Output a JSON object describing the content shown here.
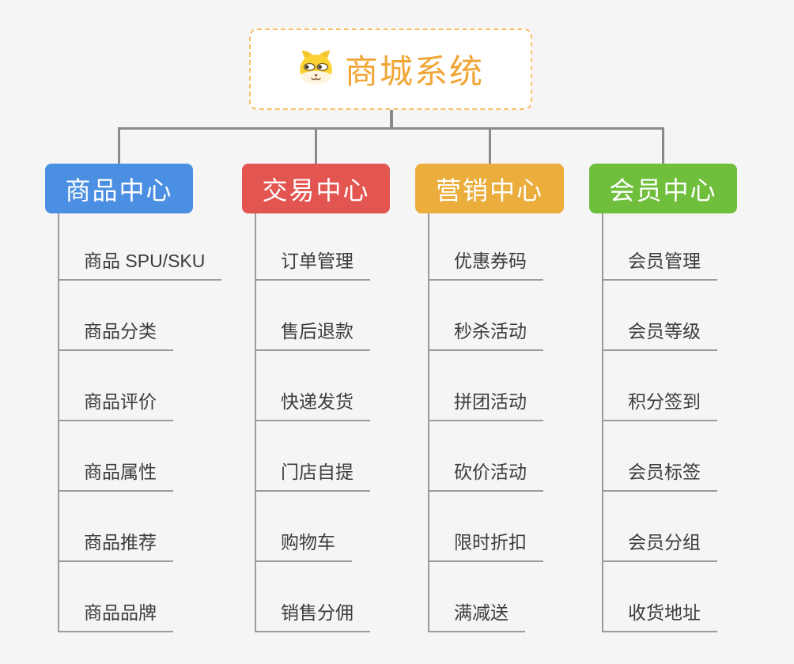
{
  "root": {
    "title": "商城系统",
    "icon": "dog-face-icon",
    "title_color": "#f0a636",
    "border_color": "#f5c16c"
  },
  "connector_color": "#8a8a8a",
  "leaf_line_color": "#9b9b9b",
  "branches": [
    {
      "label": "商品中心",
      "color": "#4b8fe2",
      "style": "background:#4b8fe2",
      "children": [
        "商品 SPU/SKU",
        "商品分类",
        "商品评价",
        "商品属性",
        "商品推荐",
        "商品品牌"
      ]
    },
    {
      "label": "交易中心",
      "color": "#e25551",
      "style": "background:#e25551",
      "children": [
        "订单管理",
        "售后退款",
        "快递发货",
        "门店自提",
        "购物车",
        "销售分佣"
      ]
    },
    {
      "label": "营销中心",
      "color": "#ebad3b",
      "style": "background:#ebad3b",
      "children": [
        "优惠券码",
        "秒杀活动",
        "拼团活动",
        "砍价活动",
        "限时折扣",
        "满减送"
      ]
    },
    {
      "label": "会员中心",
      "color": "#6fbf3d",
      "style": "background:#6fbf3d",
      "children": [
        "会员管理",
        "会员等级",
        "积分签到",
        "会员标签",
        "会员分组",
        "收货地址"
      ]
    }
  ]
}
